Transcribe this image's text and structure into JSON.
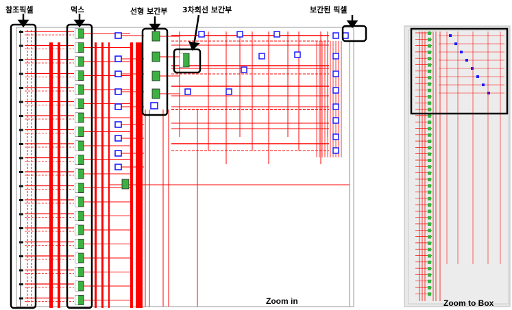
{
  "callouts": {
    "reference_pixel": "참조픽셀",
    "mux": "먹스",
    "linear_interp": "선형 보간부",
    "cubic_interp": "3차회선 보간부",
    "interpolated_pixel": "보간된 픽셀"
  },
  "captions": {
    "zoom_in": "Zoom in",
    "zoom_to_box": "Zoom to Box"
  },
  "colors": {
    "wire": "#ff0000",
    "block": "#1a1aff",
    "mux_fill": "#3cb043",
    "highlight": "#000000",
    "overview_bg": "#e8e8e8"
  }
}
